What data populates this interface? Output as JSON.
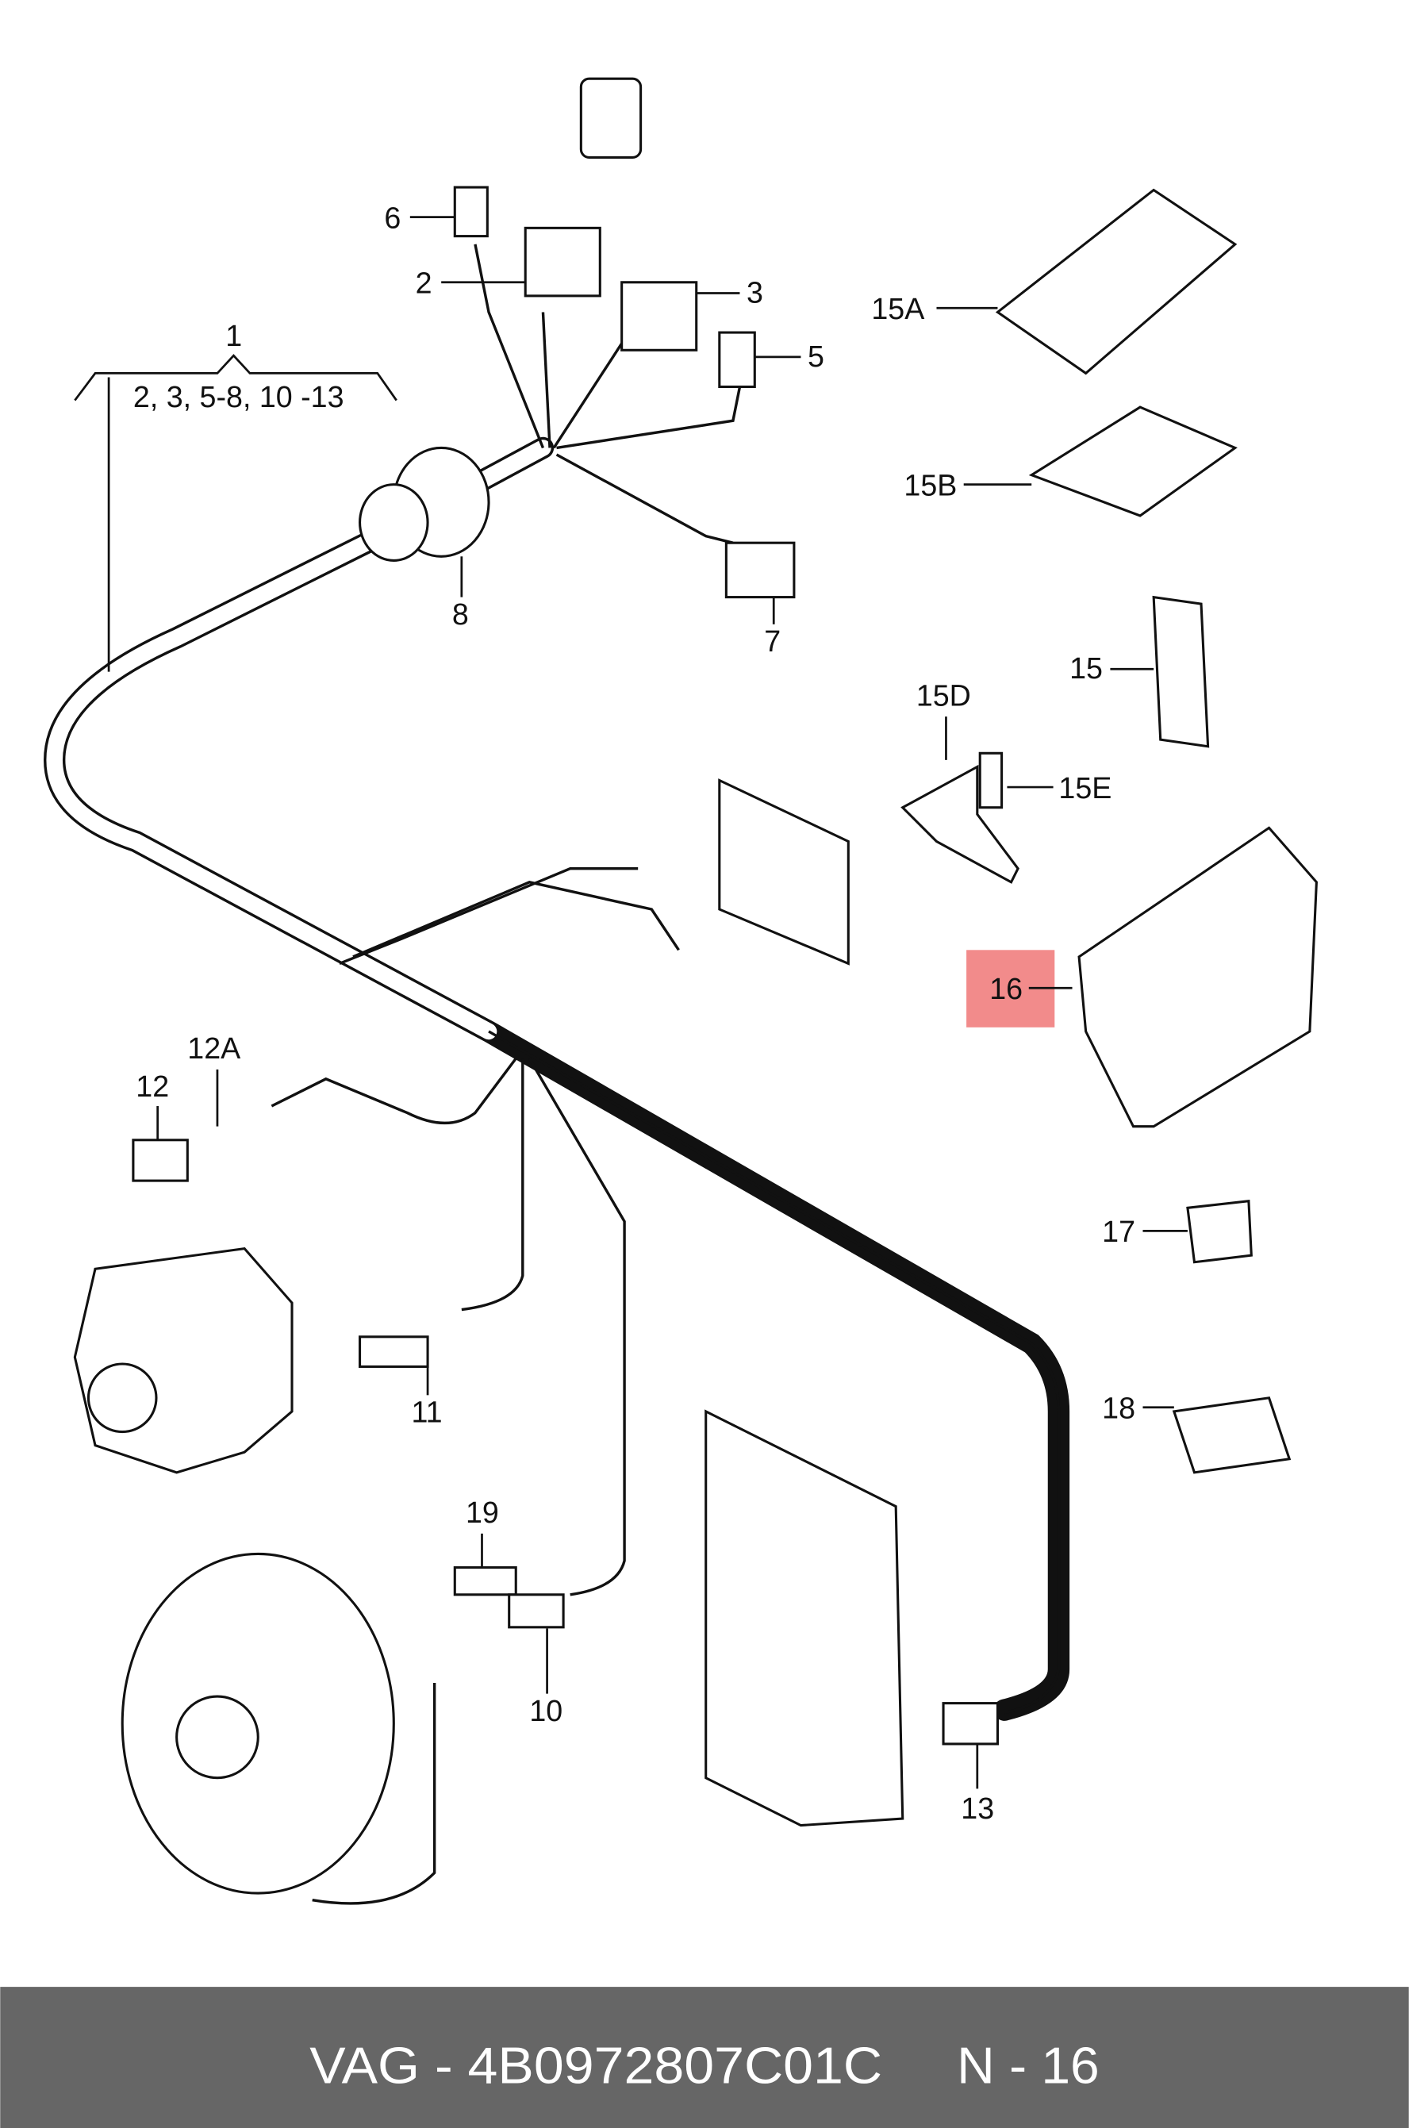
{
  "labels": {
    "l1": "1",
    "l1_sub": "2, 3, 5-8, 10 -13",
    "l2": "2",
    "l3": "3",
    "l5": "5",
    "l6": "6",
    "l7": "7",
    "l8": "8",
    "l10": "10",
    "l11": "11",
    "l12": "12",
    "l12a": "12A",
    "l13": "13",
    "l15": "15",
    "l15a": "15A",
    "l15b": "15B",
    "l15d": "15D",
    "l15e": "15E",
    "l16": "16",
    "l17": "17",
    "l18": "18",
    "l19": "19"
  },
  "highlight": {
    "part": "16",
    "color": "#f28b8b"
  },
  "footer": {
    "brand": "VAG",
    "part_number": "4B0972807C01C",
    "position": "N - 16",
    "text": "VAG - 4B0972807C01C",
    "background": "#666666"
  }
}
